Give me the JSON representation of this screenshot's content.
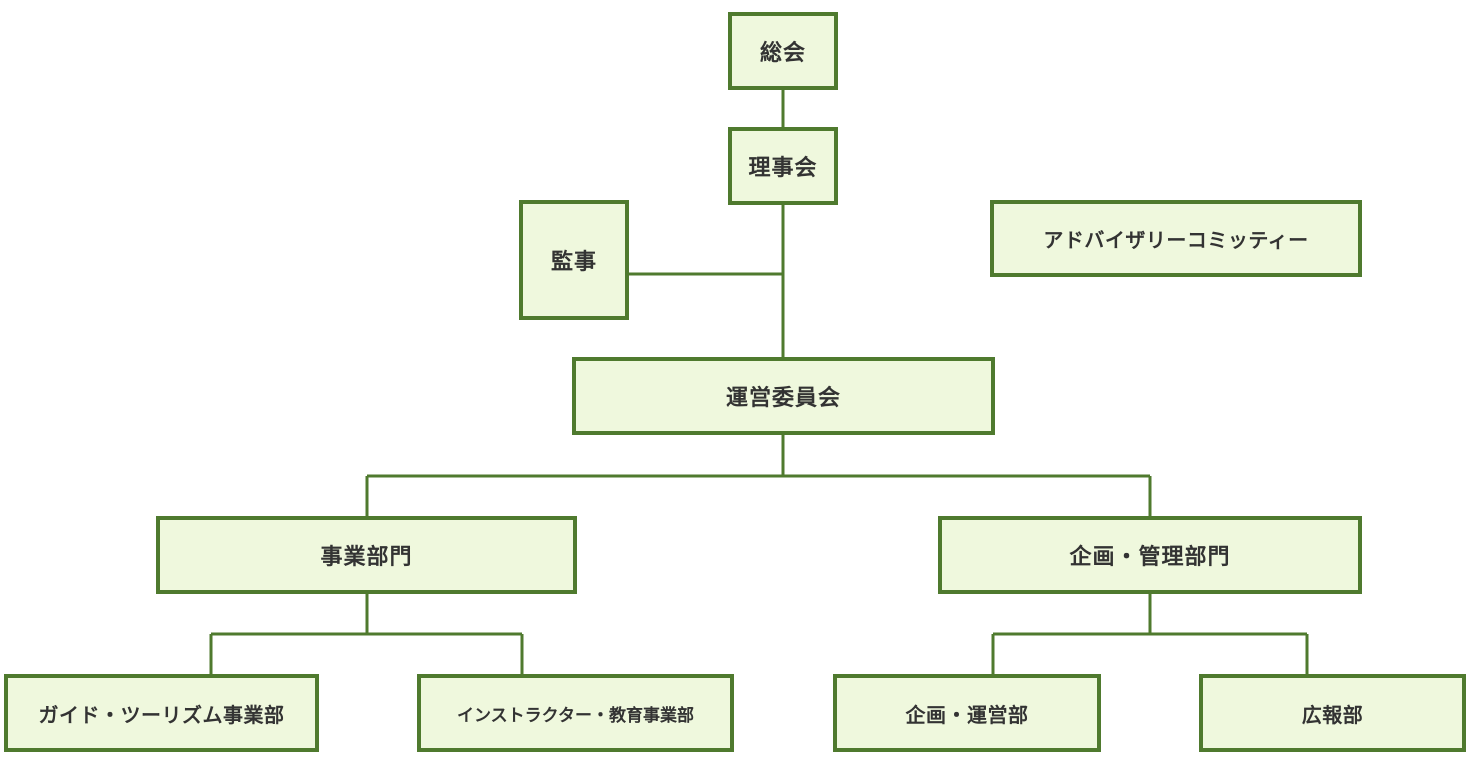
{
  "org_chart": {
    "general_assembly": "総会",
    "board": "理事会",
    "auditor": "監事",
    "advisory_committee": "アドバイザリーコミッティー",
    "steering_committee": "運営委員会",
    "business_division": {
      "label": "事業部門",
      "children": [
        "ガイド・ツーリズム事業部",
        "インストラクター・教育事業部"
      ]
    },
    "planning_division": {
      "label": "企画・管理部門",
      "children": [
        "企画・運営部",
        "広報部"
      ]
    }
  },
  "colors": {
    "border": "#4f7a2e",
    "fill": "#eff8dd",
    "text": "#333333",
    "connector": "#4f7a2e"
  }
}
